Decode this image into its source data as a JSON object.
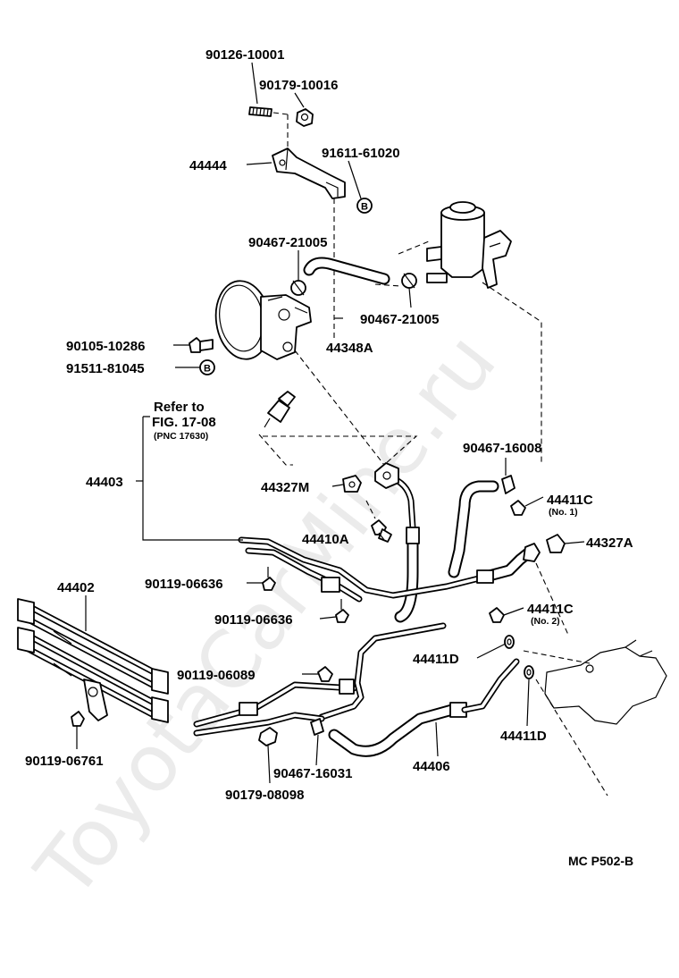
{
  "diagram": {
    "watermark": "ToyotaCarMine.ru",
    "code": "MC  P502-B",
    "reference": {
      "line1": "Refer to",
      "line2": "FIG. 17-08",
      "line3": "(PNC 17630)"
    },
    "circle_marker": "B",
    "labels": {
      "p90126_10001": "90126-10001",
      "p90179_10016": "90179-10016",
      "p44444": "44444",
      "p91611_61020": "91611-61020",
      "p90467_21005_a": "90467-21005",
      "p90467_21005_b": "90467-21005",
      "p44348A": "44348A",
      "p90105_10286": "90105-10286",
      "p91511_81045": "91511-81045",
      "p44403": "44403",
      "p90467_16008": "90467-16008",
      "p44327M": "44327M",
      "p44411C_1": "44411C",
      "p44411C_1_note": "(No. 1)",
      "p44410A": "44410A",
      "p44327A": "44327A",
      "p44402": "44402",
      "p90119_06636_a": "90119-06636",
      "p90119_06636_b": "90119-06636",
      "p44411C_2": "44411C",
      "p44411C_2_note": "(No. 2)",
      "p44411D_a": "44411D",
      "p90119_06089": "90119-06089",
      "p44411D_b": "44411D",
      "p90119_06761": "90119-06761",
      "p90467_16031": "90467-16031",
      "p44406": "44406",
      "p90179_08098": "90179-08098"
    }
  }
}
